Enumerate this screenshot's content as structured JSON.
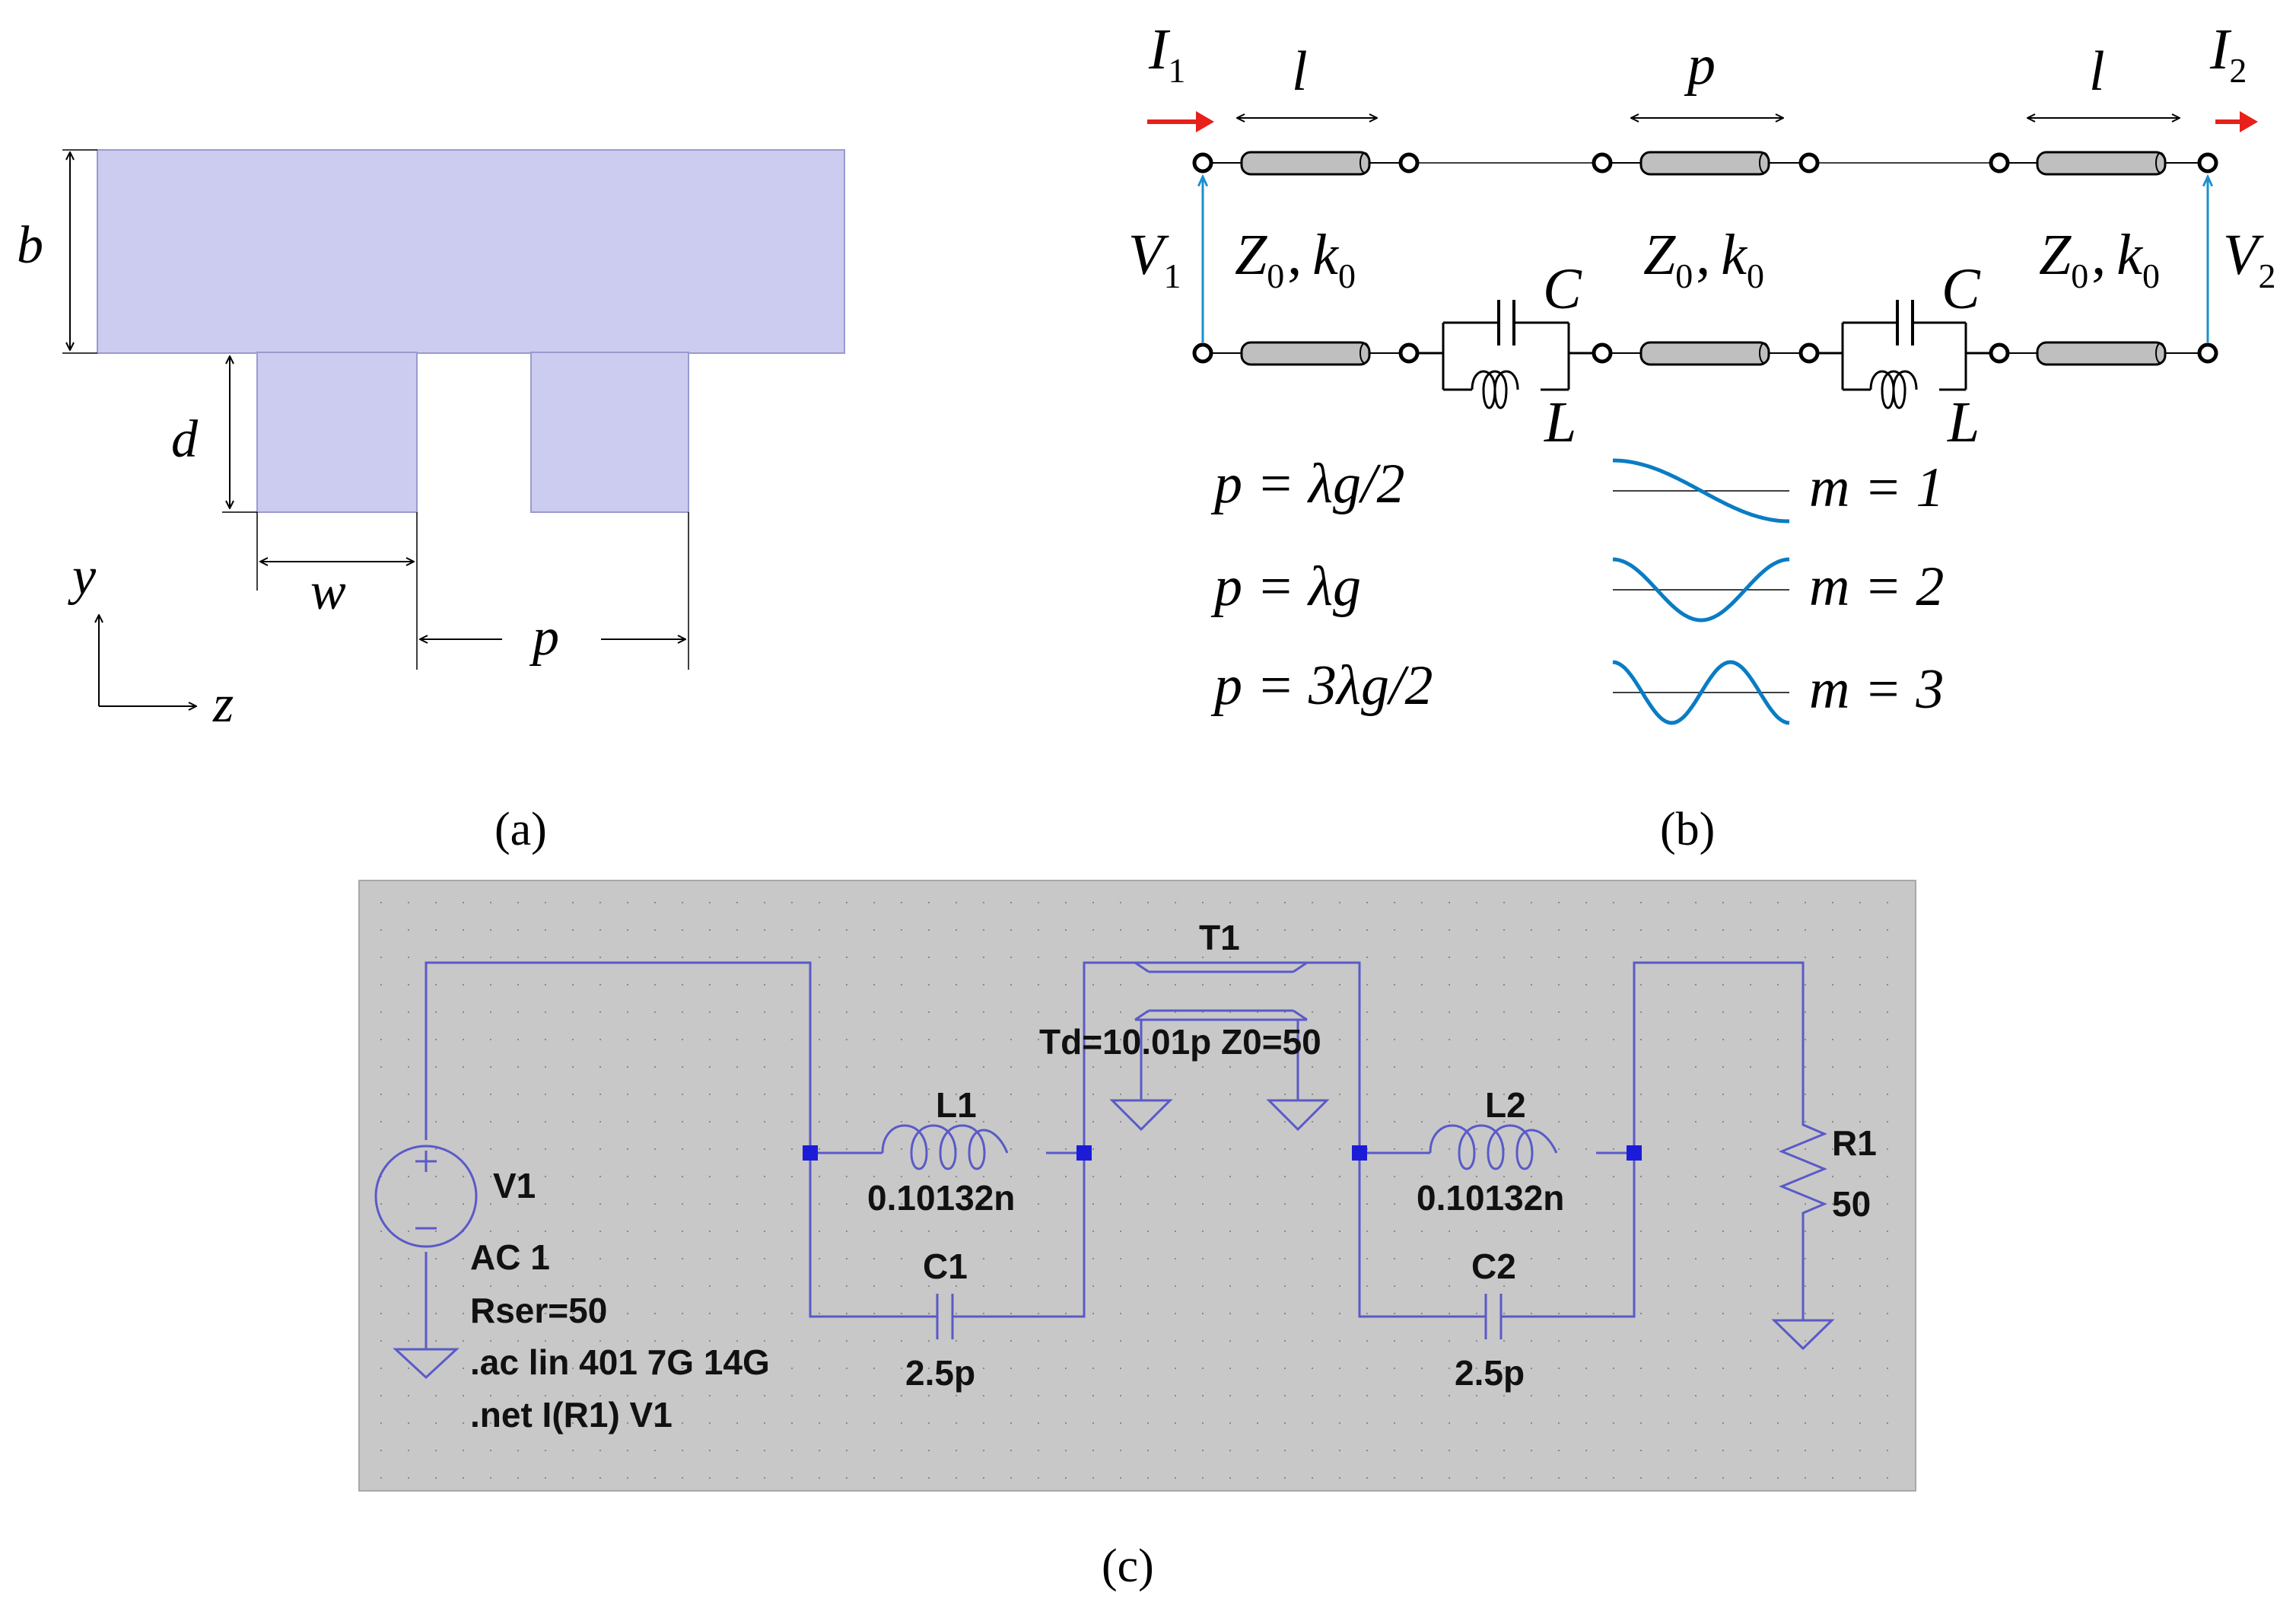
{
  "panel_a": {
    "caption": "(a)",
    "labels": {
      "b": "b",
      "d": "d",
      "w": "w",
      "p": "p",
      "y": "y",
      "z": "z"
    },
    "fill_color": "#ccccf0",
    "edge_color": "#9a9ad0"
  },
  "panel_b": {
    "caption": "(b)",
    "port_left": {
      "current": "I",
      "current_sub": "1",
      "voltage": "V",
      "voltage_sub": "1"
    },
    "port_right": {
      "current": "I",
      "current_sub": "2",
      "voltage": "V",
      "voltage_sub": "2"
    },
    "length_labels": [
      "l",
      "p",
      "l"
    ],
    "line_params": {
      "z": "Z",
      "z_sub": "0",
      "sep": ",",
      "k": "k",
      "k_sub": "0"
    },
    "resonator": {
      "c": "C",
      "l": "L"
    },
    "modes": [
      {
        "p_eq": "p = λg/2",
        "m": "m = 1"
      },
      {
        "p_eq": "p = λg",
        "m": "m = 2"
      },
      {
        "p_eq": "p = 3λg/2",
        "m": "m = 3"
      }
    ],
    "arrow_color": "#e8201a",
    "voltage_color": "#1b8fd0",
    "wave_color": "#0a7cc4"
  },
  "panel_c": {
    "caption": "(c)",
    "background": "#c8c8c8",
    "wire_color": "#5a5ac8",
    "node_color": "#1c1cd8",
    "source": {
      "name": "V1",
      "lines": [
        "AC 1",
        "Rser=50",
        ".ac lin 401 7G 14G",
        ".net I(R1) V1"
      ]
    },
    "tline": {
      "name": "T1",
      "value": "Td=10.01p Z0=50"
    },
    "l1": {
      "name": "L1",
      "value": "0.10132n"
    },
    "c1": {
      "name": "C1",
      "value": "2.5p"
    },
    "l2": {
      "name": "L2",
      "value": "0.10132n"
    },
    "c2": {
      "name": "C2",
      "value": "2.5p"
    },
    "r1": {
      "name": "R1",
      "value": "50"
    }
  }
}
